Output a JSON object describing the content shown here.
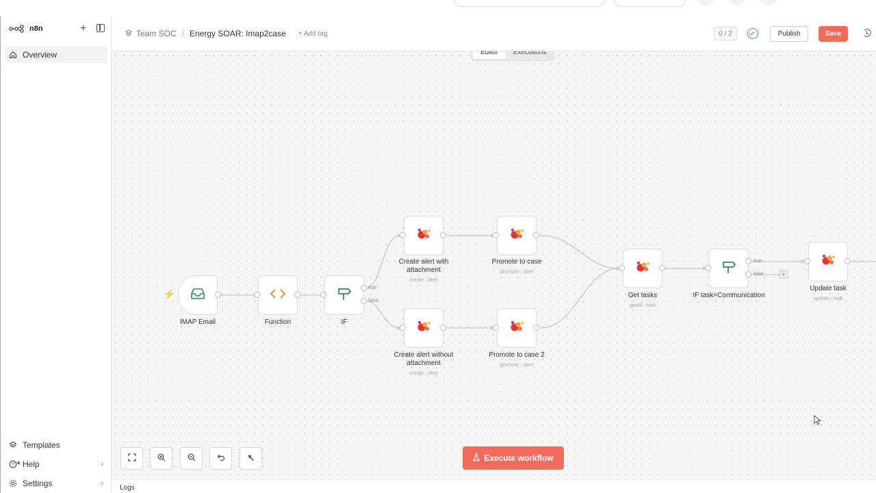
{
  "app": {
    "name": "n8n"
  },
  "sidebar": {
    "items": [
      {
        "label": "Overview",
        "icon": "home-icon"
      },
      {
        "label": "Templates",
        "icon": "templates-icon"
      },
      {
        "label": "Help",
        "icon": "help-icon"
      },
      {
        "label": "Settings",
        "icon": "gear-icon"
      }
    ]
  },
  "header": {
    "project": "Team SOC",
    "workflow_name": "Energy SOAR: Imap2case",
    "add_tag": "+ Add tag",
    "counter": "0 / 2",
    "publish_label": "Publish",
    "save_label": "Save"
  },
  "tabs": {
    "editor": "Editor",
    "executions": "Executions"
  },
  "nodes": {
    "imap": {
      "label": "IMAP Email",
      "icon": "inbox-icon"
    },
    "function": {
      "label": "Function",
      "icon": "code-icon"
    },
    "if1": {
      "label": "IF",
      "icon": "signpost-icon",
      "true_label": "true",
      "false_label": "false"
    },
    "create_with": {
      "label": "Create alert with attachment",
      "sub": "create : alert",
      "icon": "thehive-icon"
    },
    "promote1": {
      "label": "Promote to case",
      "sub": "promote : alert",
      "icon": "thehive-icon"
    },
    "create_without": {
      "label": "Create alert without attachment",
      "sub": "create : alert",
      "icon": "thehive-icon"
    },
    "promote2": {
      "label": "Promote to case 2",
      "sub": "promote : alert",
      "icon": "thehive-icon"
    },
    "get_tasks": {
      "label": "Get tasks",
      "sub": "getAll : task",
      "icon": "thehive-icon"
    },
    "if2": {
      "label": "IF task=Communication",
      "icon": "signpost-icon",
      "true_label": "true",
      "false_label": "false"
    },
    "update_task": {
      "label": "Update task",
      "sub": "update : task",
      "icon": "thehive-icon"
    }
  },
  "canvas": {
    "execute_label": "Execute workflow",
    "controls": [
      "fit-view-icon",
      "zoom-in-icon",
      "zoom-out-icon",
      "undo-icon",
      "tidy-up-icon"
    ]
  },
  "logs": {
    "label": "Logs"
  },
  "colors": {
    "accent": "#f36c5b",
    "success": "#3ba37d",
    "if_green": "#2f8a5e",
    "function_orange": "#f08a3c"
  }
}
